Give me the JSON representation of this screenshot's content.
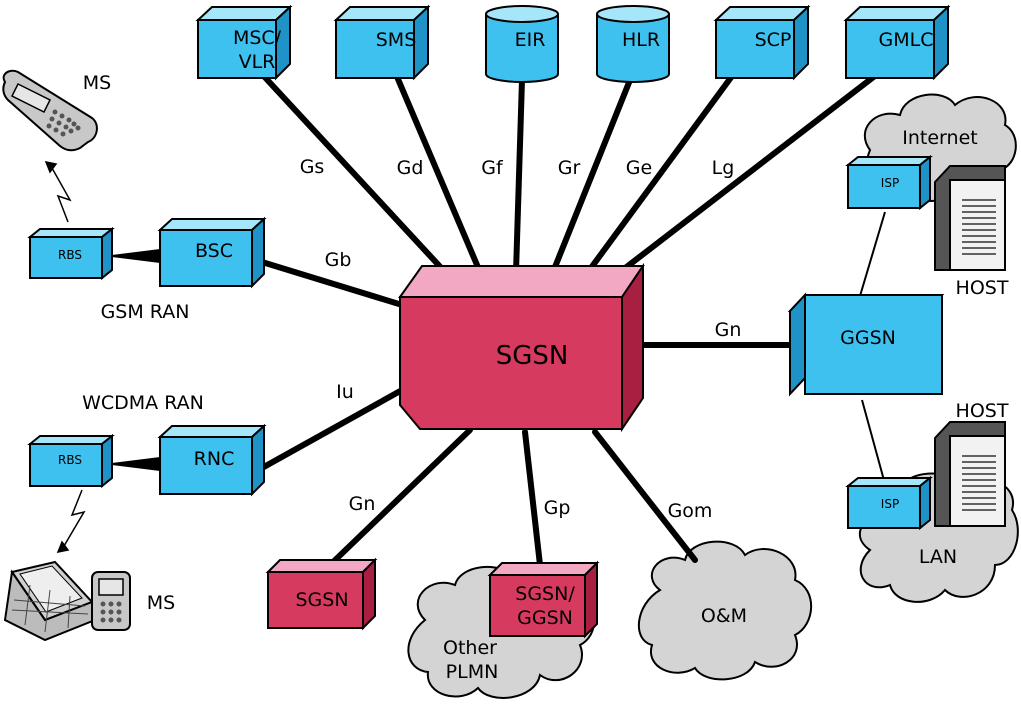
{
  "nodes": {
    "msc": {
      "line1": "MSC/",
      "line2": "VLR"
    },
    "sms": "SMS",
    "eir": "EIR",
    "hlr": "HLR",
    "scp": "SCP",
    "gmlc": "GMLC",
    "sgsn_main": "SGSN",
    "bsc": "BSC",
    "rnc": "RNC",
    "rbs_gsm": "RBS",
    "rbs_wcdma": "RBS",
    "ggsn": "GGSN",
    "isp_internet": "ISP",
    "isp_lan": "ISP",
    "sgsn_other": "SGSN",
    "sgsn_ggsn": {
      "line1": "SGSN/",
      "line2": "GGSN"
    }
  },
  "clouds": {
    "internet": "Internet",
    "lan": "LAN",
    "other_plmn": {
      "line1": "Other",
      "line2": "PLMN"
    },
    "om": "O&M"
  },
  "labels": {
    "ms_top": "MS",
    "ms_bottom": "MS",
    "gsm_ran": "GSM RAN",
    "wcdma_ran": "WCDMA RAN",
    "host_top": "HOST",
    "host_bottom": "HOST"
  },
  "interfaces": {
    "gs": "Gs",
    "gd": "Gd",
    "gf": "Gf",
    "gr": "Gr",
    "ge": "Ge",
    "lg": "Lg",
    "gb": "Gb",
    "iu": "Iu",
    "gn_right": "Gn",
    "gn_bottom": "Gn",
    "gp": "Gp",
    "gom": "Gom"
  },
  "colors": {
    "blue_front": "#3fc1f0",
    "blue_top": "#a5e6fb",
    "blue_side": "#1f93c7",
    "red_front": "#d63a5e",
    "red_top": "#f2a8c2",
    "red_side": "#a81f42",
    "cloud": "#d4d4d4"
  }
}
